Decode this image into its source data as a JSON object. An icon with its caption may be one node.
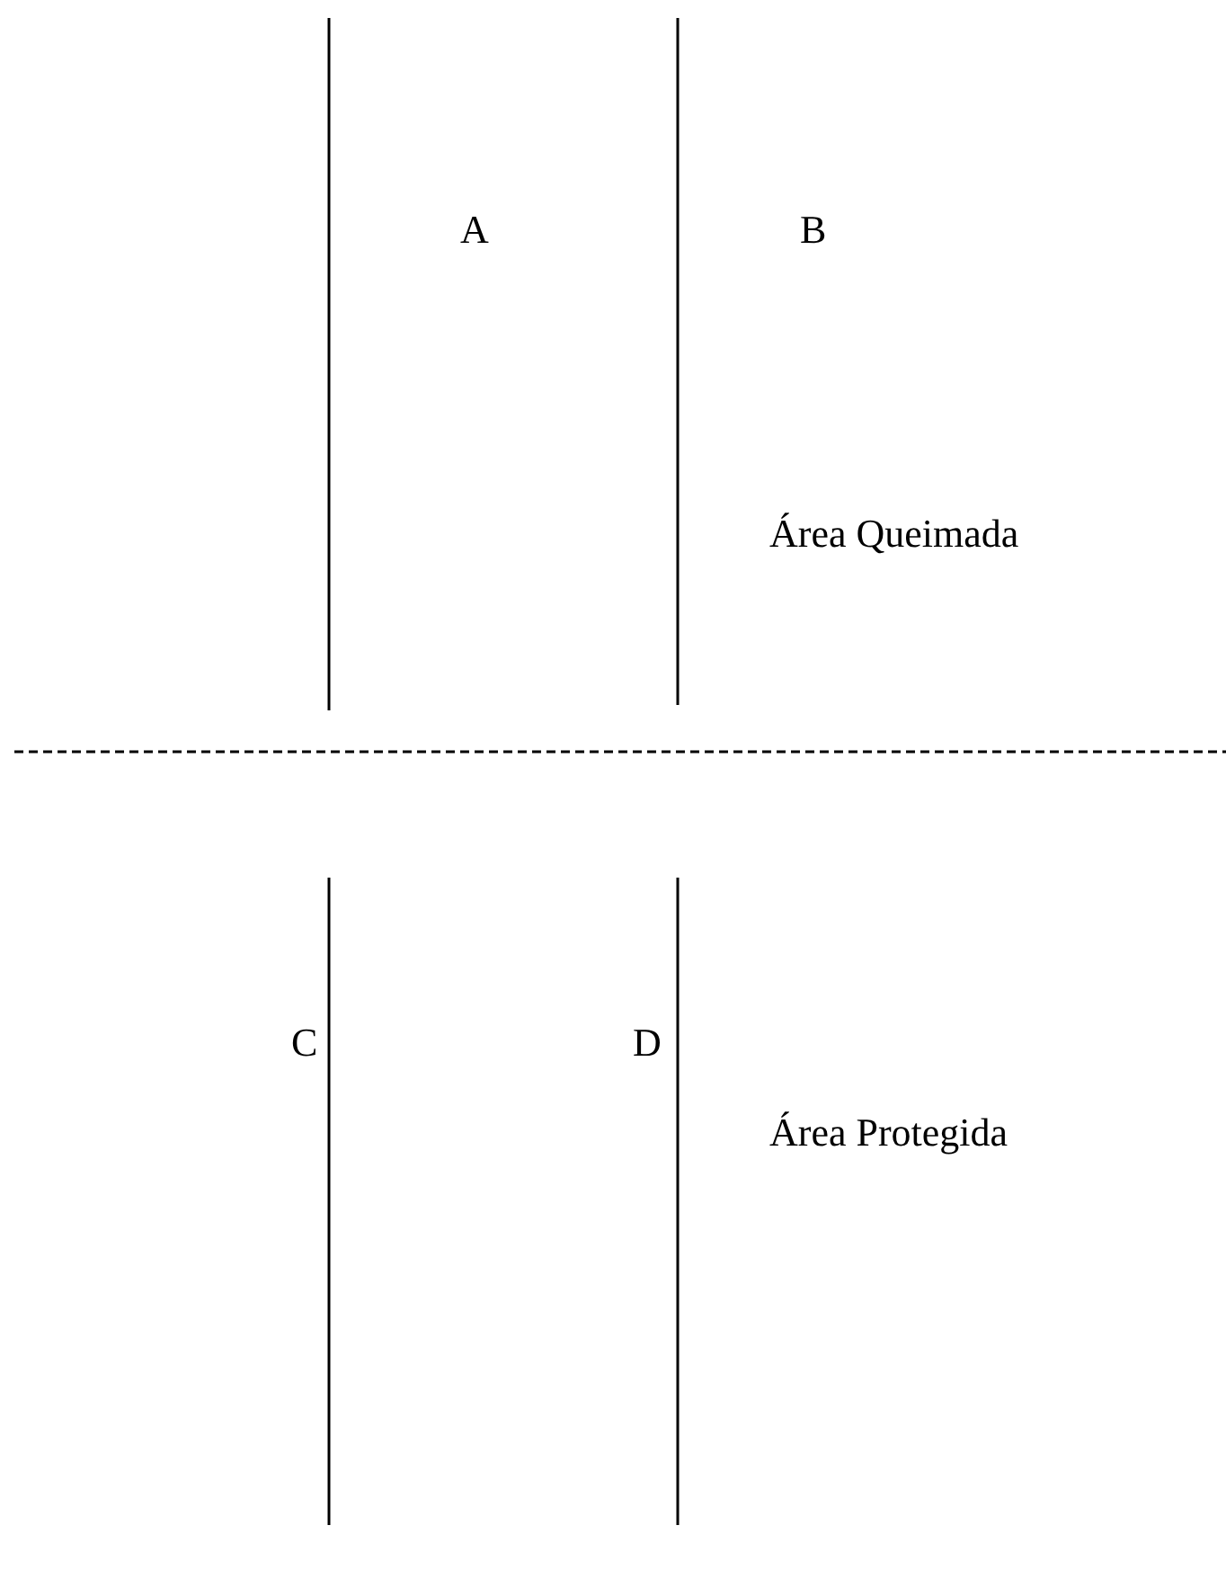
{
  "diagram": {
    "labels": [
      "A",
      "B",
      "Área Queimada",
      "C",
      "D",
      "Área Protegida"
    ]
  }
}
